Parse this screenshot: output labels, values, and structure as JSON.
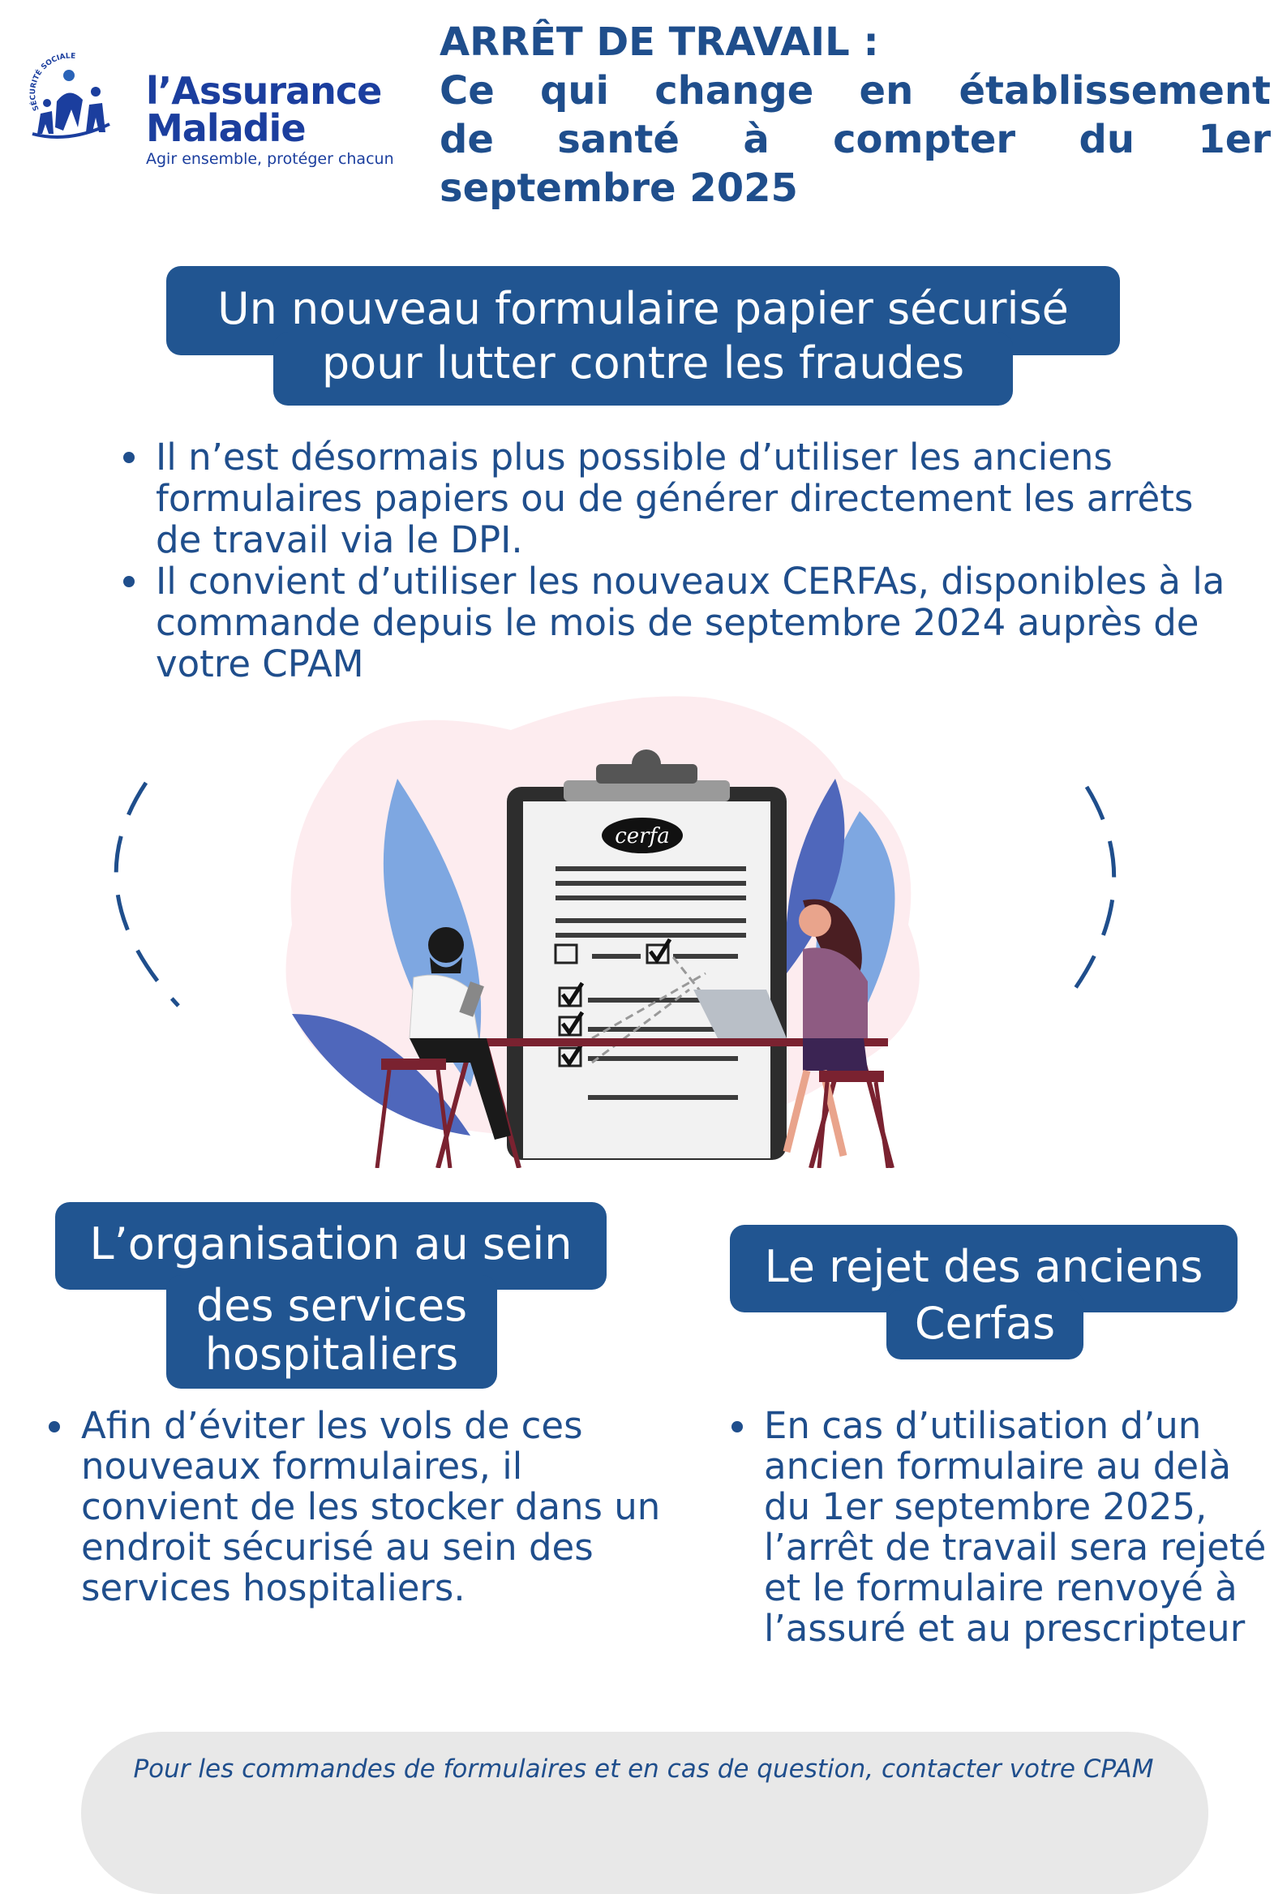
{
  "header": {
    "logo": {
      "arc_text": "SÉCURITÉ SOCIALE",
      "brand_line1": "l’Assurance",
      "brand_line2": "Maladie",
      "tagline": "Agir ensemble, protéger chacun"
    },
    "title_lines": [
      "ARRÊT DE TRAVAIL :",
      "Ce qui change en établissement",
      "de santé à compter du 1er",
      "septembre 2025"
    ]
  },
  "section_main": {
    "heading_lines": [
      "Un nouveau formulaire papier sécurisé",
      "pour lutter contre les fraudes"
    ],
    "bullets": [
      "Il n’est désormais plus possible d’utiliser les anciens formulaires papiers ou de générer directement les arrêts de travail via le DPI.",
      "Il convient d’utiliser les nouveaux CERFAs, disponibles à la commande depuis le mois de septembre 2024 auprès de votre CPAM"
    ],
    "illustration_label": "cerfa"
  },
  "section_left": {
    "heading_lines": [
      "L’organisation au sein",
      "des services",
      "hospitaliers"
    ],
    "bullets": [
      "Afin d’éviter les vols de ces nouveaux formulaires, il convient de les stocker dans un endroit sécurisé au sein des services hospitaliers."
    ]
  },
  "section_right": {
    "heading_lines": [
      "Le rejet des anciens",
      "Cerfas"
    ],
    "bullets": [
      "En cas d’utilisation d’un ancien formulaire au delà du 1er septembre 2025, l’arrêt de travail sera rejeté et le formulaire renvoyé à l’assuré et au prescripteur"
    ]
  },
  "footer": {
    "text": "Pour les commandes de formulaires et en cas de question, contacter votre CPAM"
  },
  "colors": {
    "primary": "#215591",
    "title": "#1f4e8c",
    "logo": "#1b3e9e",
    "footer_bg": "#e8e8e8"
  },
  "icons": [
    "assurance-maladie-logo",
    "clipboard-illustration",
    "bullet-dot"
  ]
}
